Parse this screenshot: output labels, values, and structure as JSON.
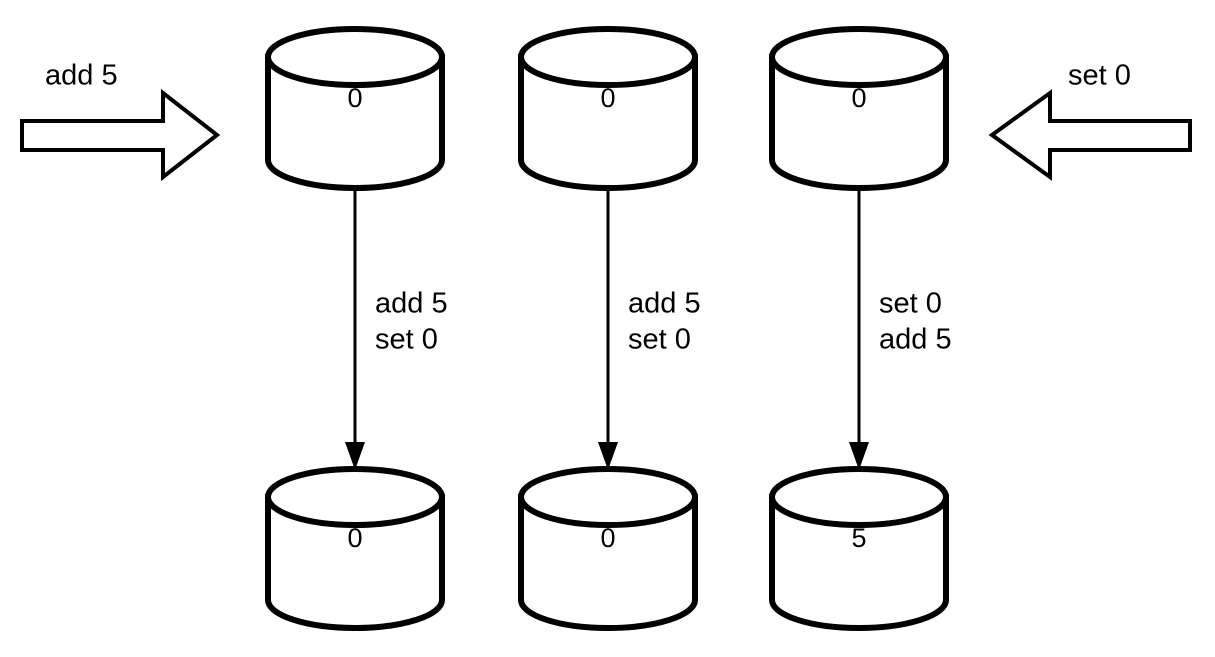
{
  "diagram": {
    "title": "replica-convergence-diagram",
    "colors": {
      "stroke": "#000000",
      "fill": "#ffffff",
      "text": "#000000"
    },
    "external_inputs": [
      {
        "id": "input-left",
        "label": "add 5",
        "direction": "right",
        "target_replica": 1
      },
      {
        "id": "input-right",
        "label": "set 0",
        "direction": "left",
        "target_replica": 3
      }
    ],
    "replicas": [
      {
        "id": "replica-1",
        "initial_value": "0",
        "operations": [
          "add 5",
          "set 0"
        ],
        "final_value": "0"
      },
      {
        "id": "replica-2",
        "initial_value": "0",
        "operations": [
          "add 5",
          "set 0"
        ],
        "final_value": "0"
      },
      {
        "id": "replica-3",
        "initial_value": "0",
        "operations": [
          "set 0",
          "add 5"
        ],
        "final_value": "5"
      }
    ]
  }
}
